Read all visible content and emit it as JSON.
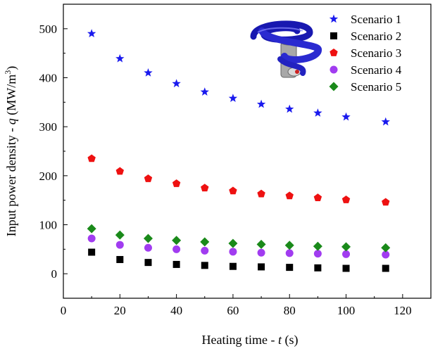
{
  "chart_data": {
    "type": "scatter",
    "title": "",
    "xlabel": {
      "text": "Heating time - ",
      "var": "t",
      "unit": " (s)"
    },
    "ylabel": {
      "text": "Input power density - ",
      "var": "q",
      "unit": " (MW/m",
      "sup": "3",
      "close": ")"
    },
    "xlim": [
      0,
      130
    ],
    "ylim": [
      -50,
      550
    ],
    "xticks": [
      0,
      20,
      40,
      60,
      80,
      100,
      120
    ],
    "yticks": [
      0,
      100,
      200,
      300,
      400,
      500
    ],
    "grid": false,
    "legend_position": "top-right",
    "x": [
      10,
      20,
      30,
      40,
      50,
      60,
      70,
      80,
      90,
      100,
      114
    ],
    "series": [
      {
        "name": "Scenario 1",
        "marker": "star",
        "color": "#1a1aee",
        "values": [
          490,
          439,
          410,
          388,
          371,
          358,
          346,
          336,
          328,
          320,
          310
        ]
      },
      {
        "name": "Scenario 2",
        "marker": "square",
        "color": "#000000",
        "values": [
          44,
          29,
          23,
          19,
          17,
          15,
          14,
          13,
          12,
          11,
          11
        ]
      },
      {
        "name": "Scenario 3",
        "marker": "pentagon",
        "color": "#ee1111",
        "values": [
          235,
          209,
          194,
          184,
          175,
          169,
          163,
          159,
          155,
          151,
          146
        ]
      },
      {
        "name": "Scenario 4",
        "marker": "circle",
        "color": "#a13cf0",
        "values": [
          72,
          59,
          53,
          50,
          47,
          45,
          43,
          42,
          41,
          40,
          39
        ]
      },
      {
        "name": "Scenario 5",
        "marker": "diamond",
        "color": "#1a8a1a",
        "values": [
          92,
          79,
          72,
          68,
          65,
          62,
          60,
          58,
          56,
          55,
          53
        ]
      }
    ]
  },
  "inset_image": {
    "icon": "helical-induction-coil-icon",
    "coil_color": "#2a2ac8",
    "workpiece_color": "#b0b0b0"
  }
}
